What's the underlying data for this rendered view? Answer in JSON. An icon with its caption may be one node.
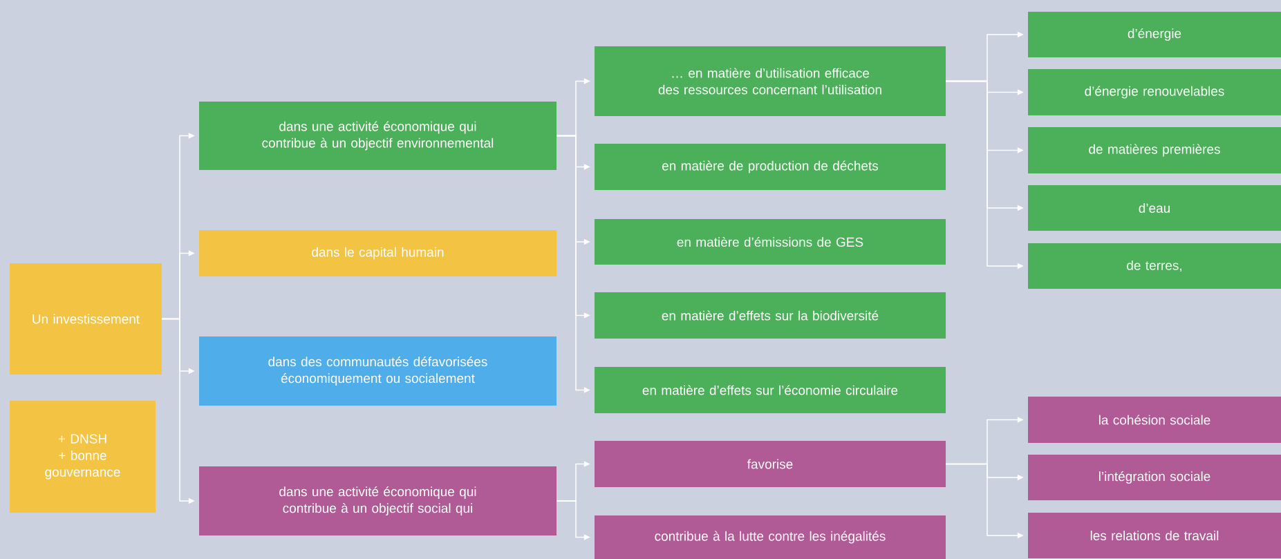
{
  "diagram": {
    "nodes": [
      {
        "text": [
          "Un investissement"
        ]
      },
      {
        "text": [
          "+ DNSH",
          "+ bonne gouvernance"
        ]
      },
      {
        "text": [
          "dans une activité économique qui contribue à un objectif environnemental"
        ]
      },
      {
        "text": [
          "dans le capital humain"
        ]
      },
      {
        "text": [
          "dans des communautés défavorisées économiquement ou socialement"
        ]
      },
      {
        "text": [
          "dans une activité économique qui contribue à un objectif  social qui"
        ]
      },
      {
        "text": [
          "… en matière d’utilisation efficace des ressources concernant l’utilisation"
        ]
      },
      {
        "text": [
          "en matière de production de déchets"
        ]
      },
      {
        "text": [
          "en matière d’émissions de GES"
        ]
      },
      {
        "text": [
          "en matière d’effets sur la biodiversité"
        ]
      },
      {
        "text": [
          "en matière d’effets sur l’économie circulaire"
        ]
      },
      {
        "text": [
          "favorise"
        ]
      },
      {
        "text": [
          "contribue à la lutte contre les inégalités"
        ]
      },
      {
        "text": [
          "d’énergie"
        ]
      },
      {
        "text": [
          "d’énergie renouvelables"
        ]
      },
      {
        "text": [
          "de matières premières"
        ]
      },
      {
        "text": [
          "d’eau"
        ]
      },
      {
        "text": [
          "de terres,"
        ]
      },
      {
        "text": [
          "la cohésion sociale"
        ]
      },
      {
        "text": [
          "l’intégration sociale"
        ]
      },
      {
        "text": [
          "les relations de travail"
        ]
      }
    ],
    "edges": [
      {
        "from": 0,
        "to": 2,
        "arrow": "to"
      },
      {
        "from": 0,
        "to": 3,
        "arrow": "to"
      },
      {
        "from": 0,
        "to": 4,
        "arrow": "to"
      },
      {
        "from": 0,
        "to": 5,
        "arrow": "to"
      },
      {
        "from": 2,
        "to": 6,
        "arrow": "to"
      },
      {
        "from": 2,
        "to": 7,
        "arrow": "to"
      },
      {
        "from": 2,
        "to": 8,
        "arrow": "to"
      },
      {
        "from": 2,
        "to": 9,
        "arrow": "to"
      },
      {
        "from": 2,
        "to": 10,
        "arrow": "to"
      },
      {
        "from": 5,
        "to": 11,
        "arrow": "to"
      },
      {
        "from": 5,
        "to": 12,
        "arrow": "to"
      },
      {
        "from": 6,
        "to": 13,
        "arrow": "to"
      },
      {
        "from": 6,
        "to": 14,
        "arrow": "to"
      },
      {
        "from": 6,
        "to": 15,
        "arrow": "to"
      },
      {
        "from": 6,
        "to": 16,
        "arrow": "to"
      },
      {
        "from": 6,
        "to": 17,
        "arrow": "to"
      },
      {
        "from": 11,
        "to": 18,
        "arrow": "to"
      },
      {
        "from": 11,
        "to": 19,
        "arrow": "to"
      },
      {
        "from": 11,
        "to": 20,
        "arrow": "to"
      }
    ]
  }
}
